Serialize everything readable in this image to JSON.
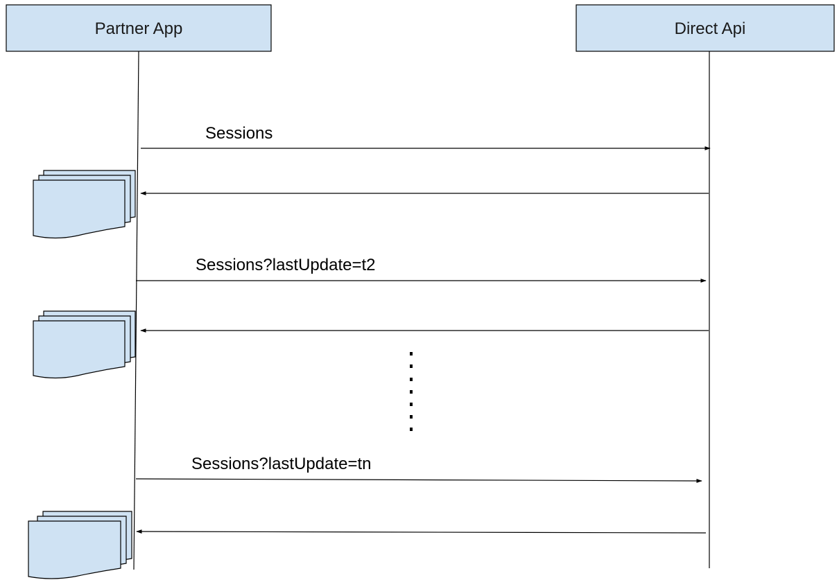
{
  "participants": [
    {
      "id": "partner-app",
      "label": "Partner App"
    },
    {
      "id": "direct-api",
      "label": "Direct Api"
    }
  ],
  "messages": [
    {
      "id": "request-sessions",
      "label": "Sessions",
      "direction": "partner-app -> direct-api"
    },
    {
      "id": "response-1",
      "label": "",
      "direction": "direct-api -> partner-app"
    },
    {
      "id": "request-sessions-t2",
      "label": "Sessions?lastUpdate=t2",
      "direction": "partner-app -> direct-api"
    },
    {
      "id": "response-2",
      "label": "",
      "direction": "direct-api -> partner-app"
    },
    {
      "id": "request-sessions-tn",
      "label": "Sessions?lastUpdate=tn",
      "direction": "partner-app -> direct-api"
    },
    {
      "id": "response-n",
      "label": "",
      "direction": "direct-api -> partner-app"
    }
  ],
  "documents": [
    {
      "id": "document-stack-1",
      "icon": "multiple-documents-icon"
    },
    {
      "id": "document-stack-2",
      "icon": "multiple-documents-icon"
    },
    {
      "id": "document-stack-3",
      "icon": "multiple-documents-icon"
    }
  ],
  "continuation": {
    "icon": "vertical-ellipsis",
    "dot_count": 7
  },
  "colors": {
    "box_fill": "#cfe2f3",
    "line": "#000000",
    "text": "#000000"
  }
}
